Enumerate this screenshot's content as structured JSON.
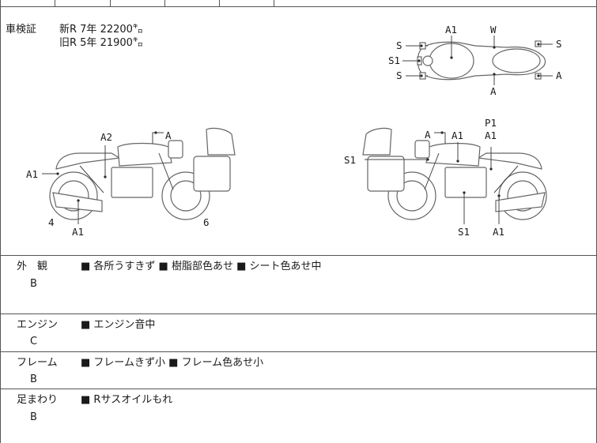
{
  "header": {
    "label": "車検証",
    "lines": [
      "新R 7年 22200㌔",
      "旧R 5年 21900㌔"
    ]
  },
  "diagram_labels": {
    "top_view": [
      "A1",
      "W",
      "S",
      "S1",
      "S",
      "S",
      "A",
      "A"
    ],
    "left_side": [
      "A2",
      "A",
      "A1",
      "4",
      "A1",
      "6"
    ],
    "right_side": [
      "P1",
      "A",
      "A1",
      "A1",
      "S1",
      "S1",
      "A1"
    ]
  },
  "sections": [
    {
      "title": "外　観",
      "grade": "B",
      "remark": "■ 各所うすきず ■ 樹脂部色あせ ■ シート色あせ中"
    },
    {
      "title": "エンジン",
      "grade": "C",
      "remark": "■ エンジン音中"
    },
    {
      "title": "フレーム",
      "grade": "B",
      "remark": "■ フレームきず小 ■ フレーム色あせ小"
    },
    {
      "title": "足まわり",
      "grade": "B",
      "remark": "■ Rサスオイルもれ"
    }
  ]
}
